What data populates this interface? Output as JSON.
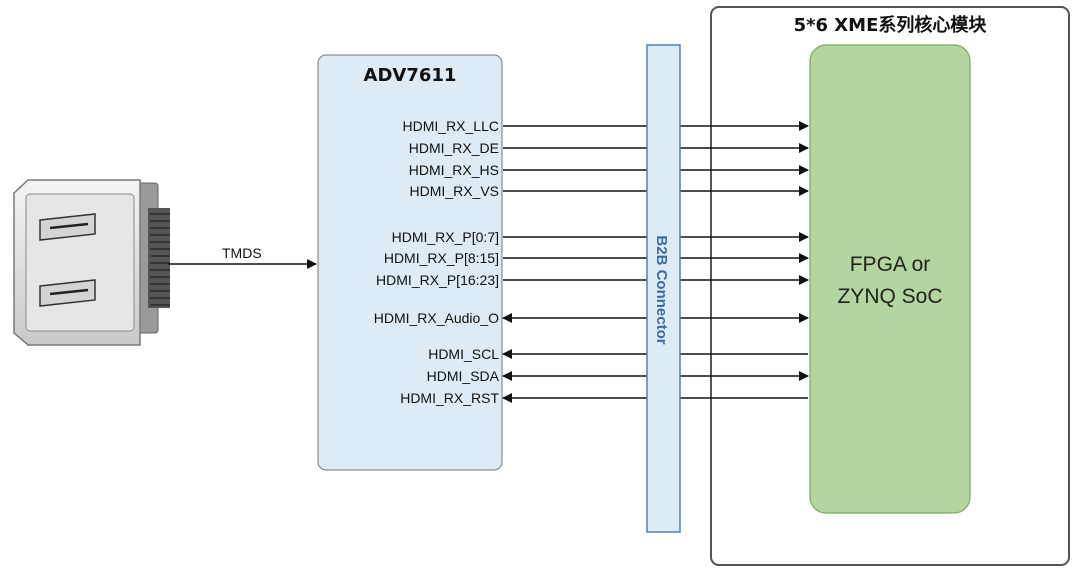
{
  "module": {
    "title": "5*6 XME系列核心模块"
  },
  "adv": {
    "title": "ADV7611"
  },
  "b2b": {
    "label": "B2B Connector"
  },
  "fpga": {
    "line1": "FPGA or",
    "line2": "ZYNQ SoC"
  },
  "tmds": {
    "label": "TMDS"
  },
  "signals": [
    {
      "name": "HDMI_RX_LLC",
      "dir": "right"
    },
    {
      "name": "HDMI_RX_DE",
      "dir": "right"
    },
    {
      "name": "HDMI_RX_HS",
      "dir": "right"
    },
    {
      "name": "HDMI_RX_VS",
      "dir": "right"
    },
    {
      "name": "HDMI_RX_P[0:7]",
      "dir": "right"
    },
    {
      "name": "HDMI_RX_P[8:15]",
      "dir": "right"
    },
    {
      "name": "HDMI_RX_P[16:23]",
      "dir": "right"
    },
    {
      "name": "HDMI_RX_Audio_O",
      "dir": "both"
    },
    {
      "name": "HDMI_SCL",
      "dir": "left"
    },
    {
      "name": "HDMI_SDA",
      "dir": "both"
    },
    {
      "name": "HDMI_RX_RST",
      "dir": "left"
    }
  ],
  "colors": {
    "adv_fill": "#dcebf5",
    "b2b_fill": "#dcebf5",
    "b2b_stroke": "#4f81bd",
    "b2b_text": "#3b6aa0",
    "fpga_fill": "#b3d6a0",
    "fpga_stroke": "#7aa865",
    "module_stroke": "#555555"
  }
}
